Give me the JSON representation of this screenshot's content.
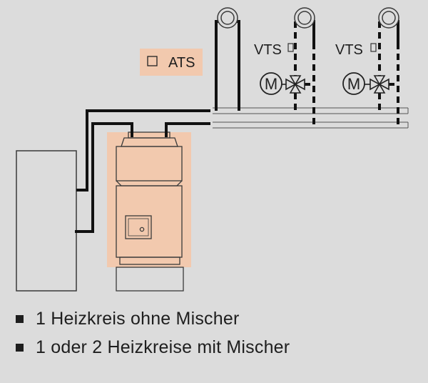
{
  "labels": {
    "ats": "ATS",
    "vts_left": "VTS",
    "vts_right": "VTS",
    "motor_left": "M",
    "motor_right": "M"
  },
  "legend": [
    {
      "text": "1 Heizkreis ohne Mischer"
    },
    {
      "text": "1 oder 2 Heizkreise mit Mischer"
    }
  ],
  "colors": {
    "background": "#dcdcdc",
    "highlight": "#f2c9ae",
    "pipe": "#111111",
    "outline": "#222222"
  }
}
